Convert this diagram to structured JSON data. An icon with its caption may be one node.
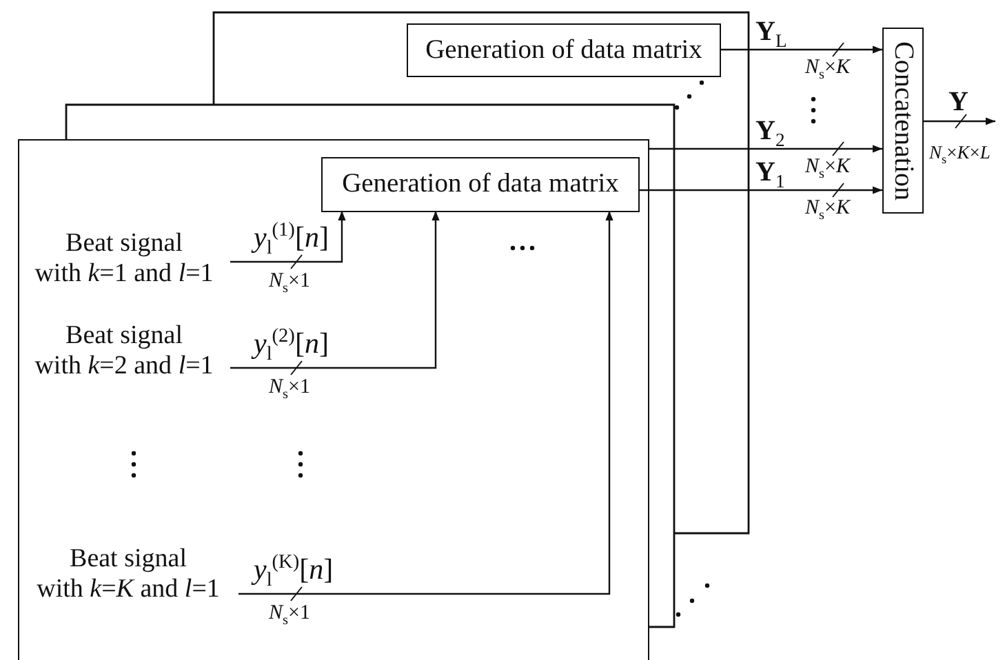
{
  "diagram": {
    "nodes": [
      {
        "text": [
          "Generation of data matrix"
        ]
      },
      {
        "text": [],
        "shape": "box"
      },
      {
        "text": [
          "Generation of data matrix"
        ],
        "in": 1
      },
      {
        "text": [
          "Beat signal",
          "with *k*=1 and *l*=1"
        ],
        "in": 1
      },
      {
        "text": [
          "Beat signal",
          "with *k*=2 and *l*=1"
        ],
        "in": 1
      },
      {
        "text": [
          "Beat signal",
          "with *k*=*K* and *l*=1"
        ],
        "in": 1
      },
      {
        "text": [
          "Concatenation"
        ]
      }
    ],
    "edges": [
      {
        "from": 3,
        "to": 2,
        "arrow": "to",
        "label": "*y*$_{l}$$^{(1)}$[*n*]"
      },
      {
        "from": 4,
        "to": 2,
        "arrow": "to",
        "label": "*y*$_{l}$$^{(2)}$[*n*]"
      },
      {
        "from": 5,
        "to": 2,
        "arrow": "to",
        "label": "*y*$_{l}$$^{(K)}$[*n*]"
      },
      {
        "from": 0,
        "to": 6,
        "arrow": "to",
        "label": "**Y**$_{L}$"
      },
      {
        "from": 1,
        "to": 6,
        "arrow": "to",
        "label": "**Y**$_{2}$"
      },
      {
        "from": 2,
        "to": 6,
        "arrow": "to",
        "label": "**Y**$_{1}$"
      },
      {
        "from": 6,
        "to": null,
        "arrow": "to",
        "label": "Y"
      }
    ],
    "labels": [
      "*N*$_{s}$×1",
      "*N*$_{s}$×1",
      "*N*$_{s}$×1",
      "*N*$_{s}$×*K*",
      "*N*$_{s}$×*K*",
      "*N*$_{s}$×*K*",
      "*N*$_{s}$×*K*×*L*"
    ]
  }
}
